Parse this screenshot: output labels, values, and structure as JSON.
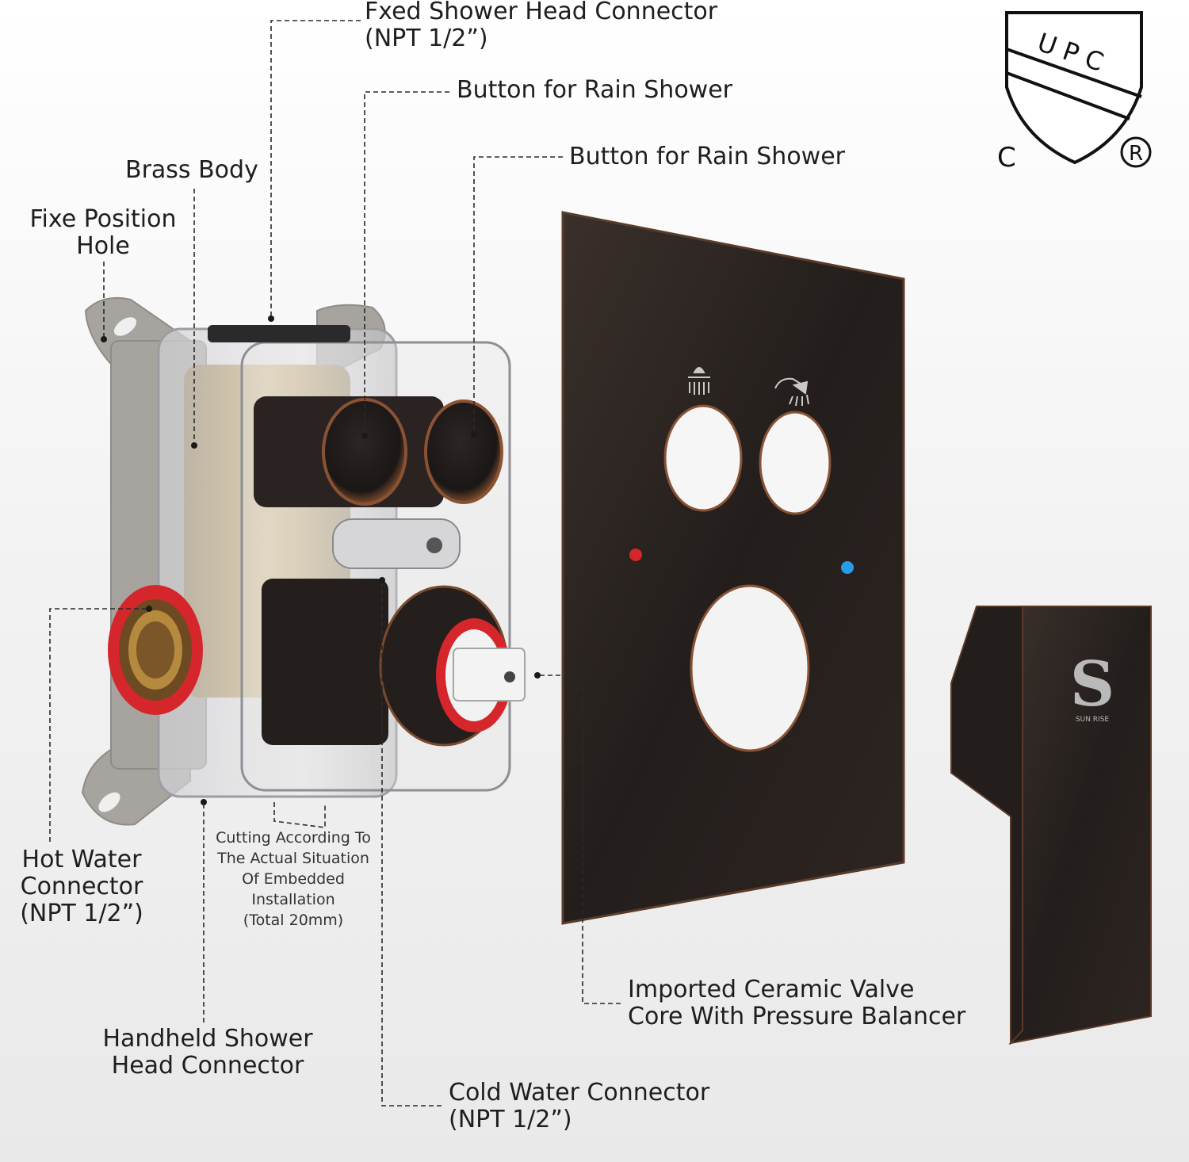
{
  "labels": {
    "fixed_shower": [
      "Fxed Shower Head Connector",
      "(NPT 1/2”)"
    ],
    "button_rain_1": "Button for Rain Shower",
    "button_rain_2": "Button for Rain Shower",
    "brass_body": "Brass Body",
    "fixe_position": [
      "Fixe Position",
      "Hole"
    ],
    "hot_water": [
      "Hot Water",
      "Connector",
      "(NPT 1/2”)"
    ],
    "cutting": [
      "Cutting According To",
      "The Actual Situation",
      "Of Embedded",
      "Installation",
      "(Total 20mm)"
    ],
    "handheld": [
      "Handheld Shower",
      "Head Connector"
    ],
    "cold_water": [
      "Cold Water Connector",
      "(NPT 1/2”)"
    ],
    "ceramic": [
      "Imported Ceramic Valve",
      "Core With Pressure Balancer"
    ]
  },
  "certification": {
    "top": "U P C",
    "c": "C",
    "r": "R"
  },
  "brand": {
    "logo_letter": "S",
    "name": "SUN RISE"
  },
  "icons": {
    "rain_shower": "rain-shower-icon",
    "handheld_shower": "handheld-shower-icon"
  },
  "colors": {
    "bronze": "#2b2522",
    "bronze_edge": "#7a4a2c",
    "hot": "#d4262b",
    "cold": "#2a9be8"
  }
}
